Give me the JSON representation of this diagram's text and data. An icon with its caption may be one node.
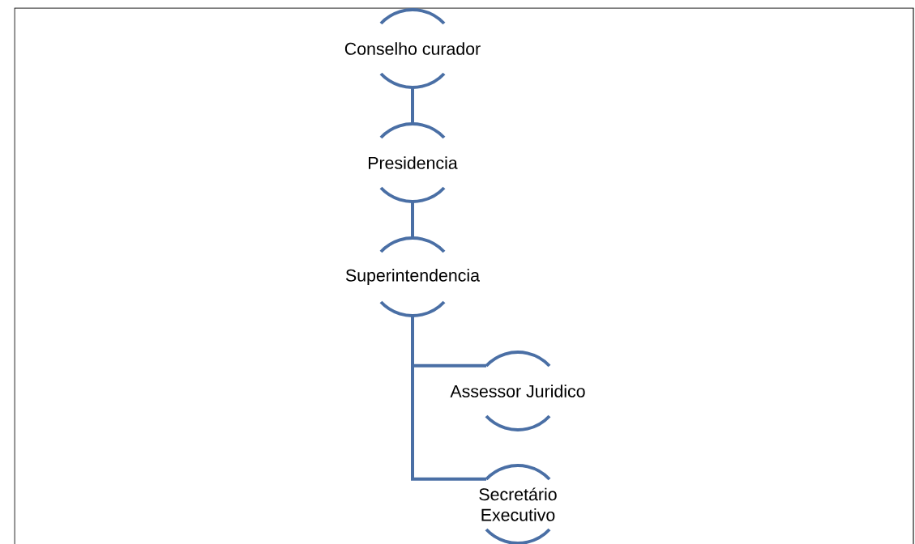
{
  "diagram": {
    "nodes": [
      {
        "text": [
          "Conselho curador"
        ]
      },
      {
        "text": [
          "Presidencia"
        ]
      },
      {
        "text": [
          "Superintendencia"
        ]
      },
      {
        "text": [
          "Assessor Juridico"
        ]
      },
      {
        "text": [
          "Secretário Executivo"
        ]
      }
    ],
    "edges": [
      {
        "from": 0,
        "to": 1,
        "arrow": "none"
      },
      {
        "from": 1,
        "to": 2,
        "arrow": "none"
      },
      {
        "from": 2,
        "to": 3,
        "arrow": "none"
      },
      {
        "from": 2,
        "to": 4,
        "arrow": "none"
      }
    ]
  }
}
